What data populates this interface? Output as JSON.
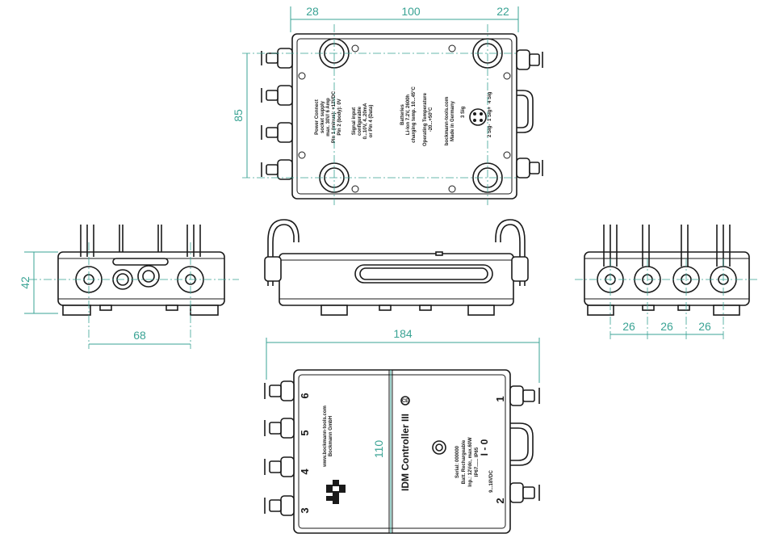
{
  "colors": {
    "line": "#1a1a1a",
    "dimension": "#3aa394",
    "background": "#ffffff"
  },
  "dimensions": {
    "top_left_offset": "28",
    "top_center_span": "100",
    "top_right_offset": "22",
    "top_height": "85",
    "side_height": "42",
    "side_connector_span": "68",
    "front_length": "184",
    "bottom_width": "110",
    "right_pitch_1": "26",
    "right_pitch_2": "26",
    "right_pitch_3": "26"
  },
  "top_view": {
    "block_a": [
      "Power Connect",
      "socket supply",
      "max. 30V/ 6 Amp",
      "Pin 1 (minus): +12VDC",
      "Pin 2 (body): 0V"
    ],
    "block_b": [
      "Signal input",
      "configurable",
      "0...10V, 4..20mA",
      "or Pin 4 (Data)"
    ],
    "block_c": [
      "Batteries",
      "Li-Ion 7.2V, 2600h",
      "charging temp. 10...45°C"
    ],
    "block_d": [
      "Operating Temperature",
      "-20...+50°C"
    ],
    "block_e": [
      "bockmann-tools.com",
      "Made in Germany"
    ],
    "pin_labels": [
      "3 Sig",
      "4 Sig",
      "2 Sig-",
      "1 Sig+"
    ]
  },
  "bottom_view": {
    "channel_labels": [
      "6",
      "5",
      "4",
      "3"
    ],
    "right_labels": [
      "1",
      "2"
    ],
    "product_name": "IDM Controller III",
    "marking": "CE",
    "website": "www.bockmann-tools.com",
    "website_sub": "Bockmann GmbH",
    "specs": [
      "Serial: 000000",
      "Batt. Rechargeable",
      "Inp.: 12Vdc, max.60W",
      "IP67...... IP65"
    ],
    "power_label": "I - 0",
    "voltage_label": "9...18VDC"
  }
}
